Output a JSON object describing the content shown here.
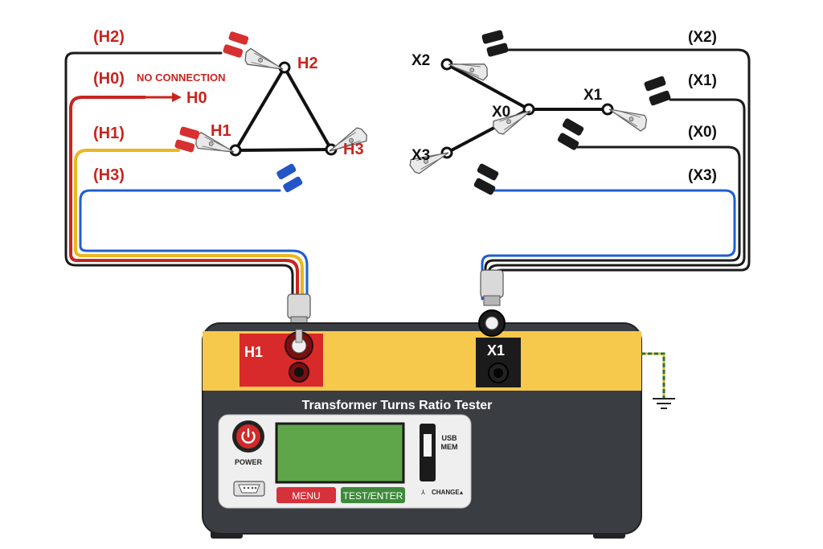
{
  "colors": {
    "red": "#c8251f",
    "black": "#1a1a1a",
    "yellow": "#e8b820",
    "blue": "#1f5fd0",
    "panel_yellow": "#f6c84c",
    "case_dark": "#3a3d42",
    "lcd_green": "#5fa64a",
    "menu_red": "#d6323b",
    "test_green": "#3d8a3a"
  },
  "left_side": {
    "h2_lead": "(H2)",
    "h0_lead": "(H0)",
    "no_connection": "NO CONNECTION",
    "h0_arrow": "H0",
    "h1_lead": "(H1)",
    "h3_lead": "(H3)",
    "node_h2": "H2",
    "node_h1": "H1",
    "node_h3": "H3"
  },
  "right_side": {
    "x2_lead": "(X2)",
    "x1_lead": "(X1)",
    "x0_lead": "(X0)",
    "x3_lead": "(X3)",
    "node_x2": "X2",
    "node_x1": "X1",
    "node_x0": "X0",
    "node_x3": "X3"
  },
  "tester": {
    "title": "Transformer Turns Ratio Tester",
    "h1_terminal": "H1",
    "x1_terminal": "X1",
    "power_label": "POWER",
    "usb_label": "USB",
    "mem_label": "MEM",
    "menu_button": "MENU",
    "test_button": "TEST/ENTER",
    "change_label": "CHANGE"
  }
}
